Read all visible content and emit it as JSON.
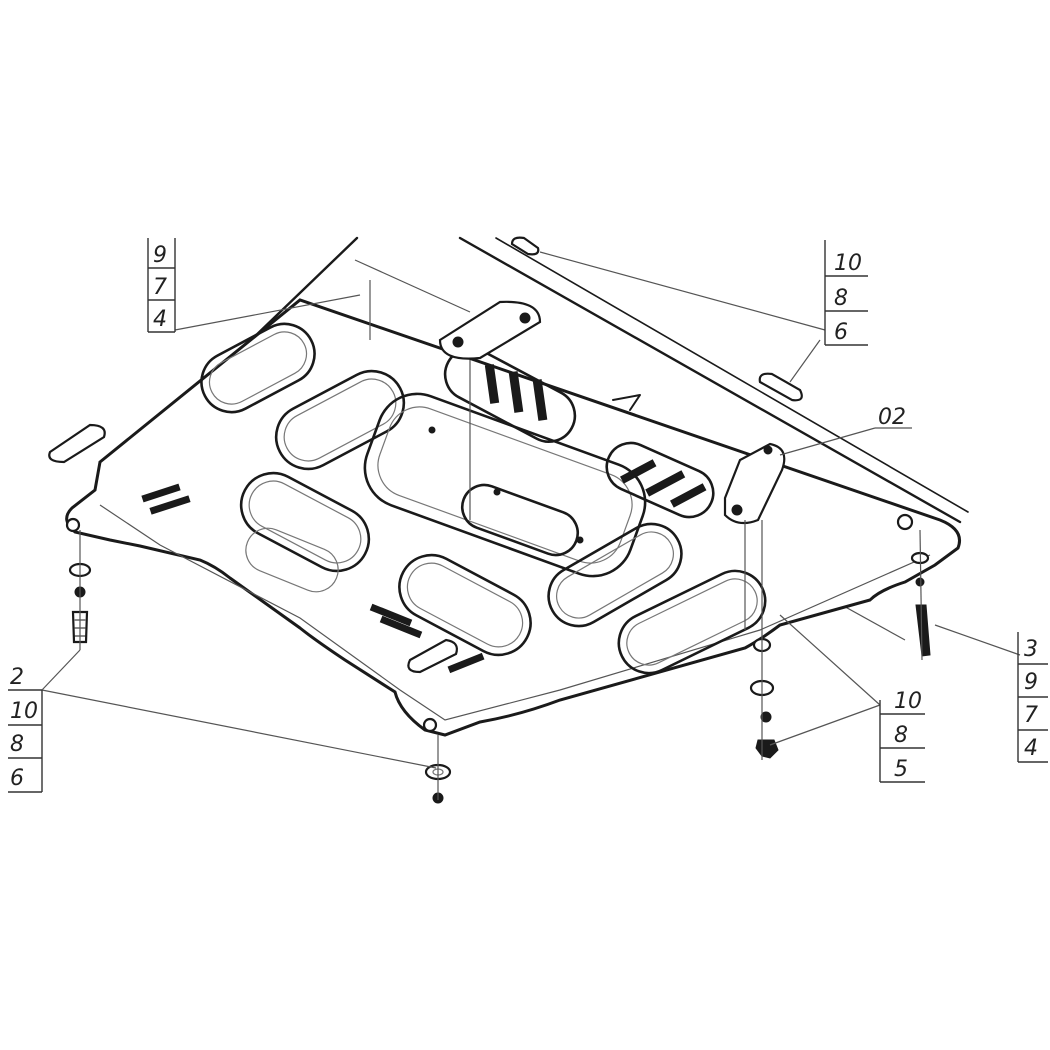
{
  "callouts": {
    "top_left": [
      "9",
      "7",
      "4"
    ],
    "top_right": [
      "10",
      "8",
      "6"
    ],
    "part_label": "02",
    "right": [
      "3",
      "9",
      "7",
      "4"
    ],
    "bottom_left": [
      "2",
      "10",
      "8",
      "6"
    ],
    "bottom_right": [
      "10",
      "8",
      "5"
    ]
  },
  "colors": {
    "line": "#1a1a1a",
    "background": "#ffffff"
  }
}
